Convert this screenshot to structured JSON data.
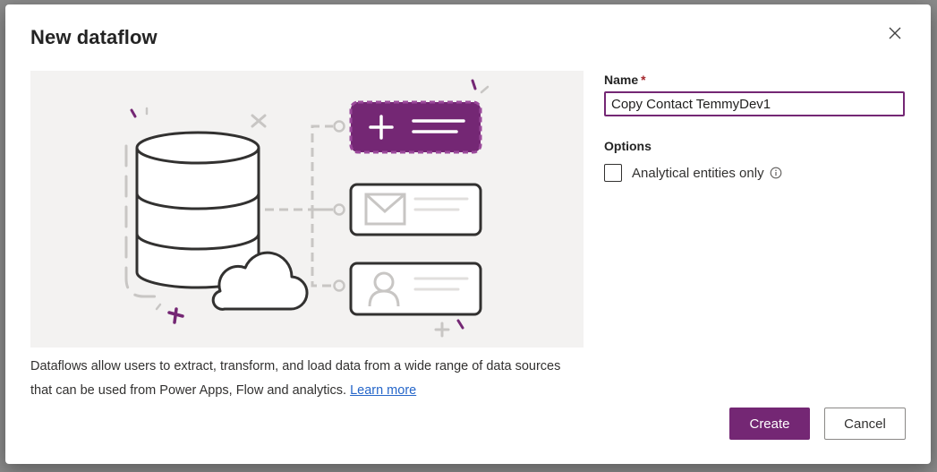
{
  "dialog": {
    "title": "New dataflow",
    "close_icon": "close-icon"
  },
  "description": {
    "text": "Dataflows allow users to extract, transform, and load data from a wide range of data sources that can be used from Power Apps, Flow and analytics. ",
    "link_text": "Learn more"
  },
  "form": {
    "name_label": "Name",
    "required_marker": "*",
    "name_value": "Copy Contact TemmyDev1",
    "options_label": "Options",
    "analytical_label": "Analytical entities only",
    "analytical_checked": false,
    "info_icon": "info-icon"
  },
  "buttons": {
    "create": "Create",
    "cancel": "Cancel"
  },
  "colors": {
    "accent": "#742774",
    "link": "#2566c9",
    "illustration_bg": "#f3f2f1"
  }
}
